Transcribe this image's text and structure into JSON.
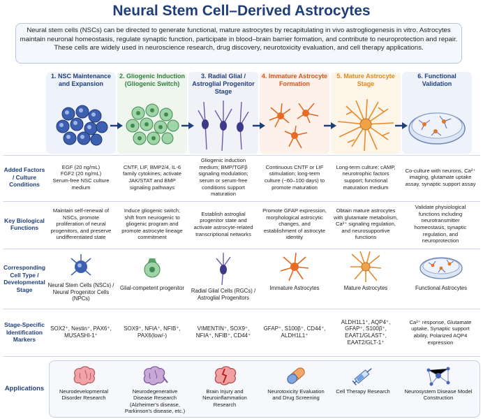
{
  "title": "Neural Stem Cell–Derived Astrocytes",
  "intro": "Neural stem cells (NSCs) can be directed to generate functional, mature astrocytes by recapitulating in vivo astrogliogenesis in vitro. Astrocytes maintain neuronal homeostasis, regulate synaptic function, participate in blood–brain barrier formation, and contribute to neuroprotection and repair. These cells are widely used in neuroscience research, drug discovery, neurotoxicity evaluation, and cell therapy applications.",
  "colors": {
    "title": "#1f3f7a",
    "s1": "#1f3f7a",
    "s2": "#2e7d3a",
    "s3": "#1f3f7a",
    "s4": "#d9541a",
    "s5": "#e08a1a",
    "s6": "#1f3f7a"
  },
  "stages": [
    {
      "label": "1. NSC Maintenance and Expansion"
    },
    {
      "label": "2. Gliogenic Induction (Gliogenic Switch)"
    },
    {
      "label": "3. Radial Glial / Astroglial Progenitor Stage"
    },
    {
      "label": "4. Immature Astrocyte Formation"
    },
    {
      "label": "5. Mature Astrocyte Stage"
    },
    {
      "label": "6. Functional Validation"
    }
  ],
  "rows": {
    "factors": {
      "label": "Added Factors / Culture Conditions",
      "cells": [
        "EGF (20 ng/mL)\nFGF2 (20 ng/mL)\nSerum-free NSC culture medium",
        "CNTF, LIF, BMP2/4, IL-6 family cytokines; activate JAK/STAT and BMP signaling pathways",
        "Gliogenic induction medium; BMP/TGFβ signaling modulation; serum or serum-free conditions support maturation",
        "Continuous CNTF or LIF stimulation; long-term culture (~60–100 days) to promote maturation",
        "Long-term culture; cAMP, neurotrophic factors support; functional maturation medium",
        "Co-culture with neurons, Ca²⁺ imaging, glutamate uptake assay, synaptic support assay"
      ]
    },
    "functions": {
      "label": "Key Biological Functions",
      "cells": [
        "Maintain self-renewal of NSCs, promote proliferation of neural progenitors, and preserve undifferentiated state",
        "Induce gliogenic switch; shift from neurogenic to gliogenic program and promote astrocyte lineage commitment",
        "Establish astroglial progenitor state and activate astrocyte-related transcriptional networks",
        "Promote GFAP expression, morphological astrocytic changes, and establishment of astrocyte identity",
        "Obtain mature astrocytes with glutamate metabolism, Ca²⁺ signaling regulation, and neurosupportive functions",
        "Validate physiological functions including neurotransmitter homeostasis, synaptic regulation, and neuroprotection"
      ]
    },
    "celltype": {
      "label": "Corresponding Cell Type / Developmental Stage",
      "cells": [
        "Neural Stem Cells (NSCs) / Neural Progenitor Cells (NPCs)",
        "Glial-competent progenitor",
        "Radial Glial Cells (RGCs) / Astroglial Progenitors",
        "Immature Astrocytes",
        "Mature Astrocytes",
        "Functional Astrocytes"
      ]
    },
    "markers": {
      "label": "Stage-Specific Identification Markers",
      "cells": [
        "SOX2⁺, Nestin⁺, PAX6⁺, MUSASHI-1⁺",
        "SOX9⁺, NFIA⁺, NFIB⁺, PAX6(low/-)",
        "VIMENTIN⁺, SOX9⁺, NFIA⁺, NFIB⁺, CD44⁺",
        "GFAP⁺, S100β⁺, CD44⁺, ALDH1L1⁺",
        "ALDH1L1⁺, AQP4⁺, GFAP⁺, S100β⁺, EAAT1/GLAST⁺, EAAT2/GLT-1⁺",
        "Ca²⁺ response, Glutamate uptake, Synaptic support ability, Polarized AQP4 expression"
      ]
    }
  },
  "applications": {
    "label": "Applications",
    "items": [
      {
        "label": "Neurodevelopmental Disorder Research",
        "icon": "brain-icon"
      },
      {
        "label": "Neurodegenerative Disease Research (Alzheimer's disease, Parkinson's disease, etc.)",
        "icon": "brain-degenerative-icon"
      },
      {
        "label": "Brain Injury and Neuroinflammation Research",
        "icon": "brain-injury-icon"
      },
      {
        "label": "Neurotoxicity Evaluation and Drug Screening",
        "icon": "capsule-icon"
      },
      {
        "label": "Cell Therapy Research",
        "icon": "syringe-icon"
      },
      {
        "label": "Neurosystem Disease Model Construction",
        "icon": "network-icon"
      }
    ]
  }
}
